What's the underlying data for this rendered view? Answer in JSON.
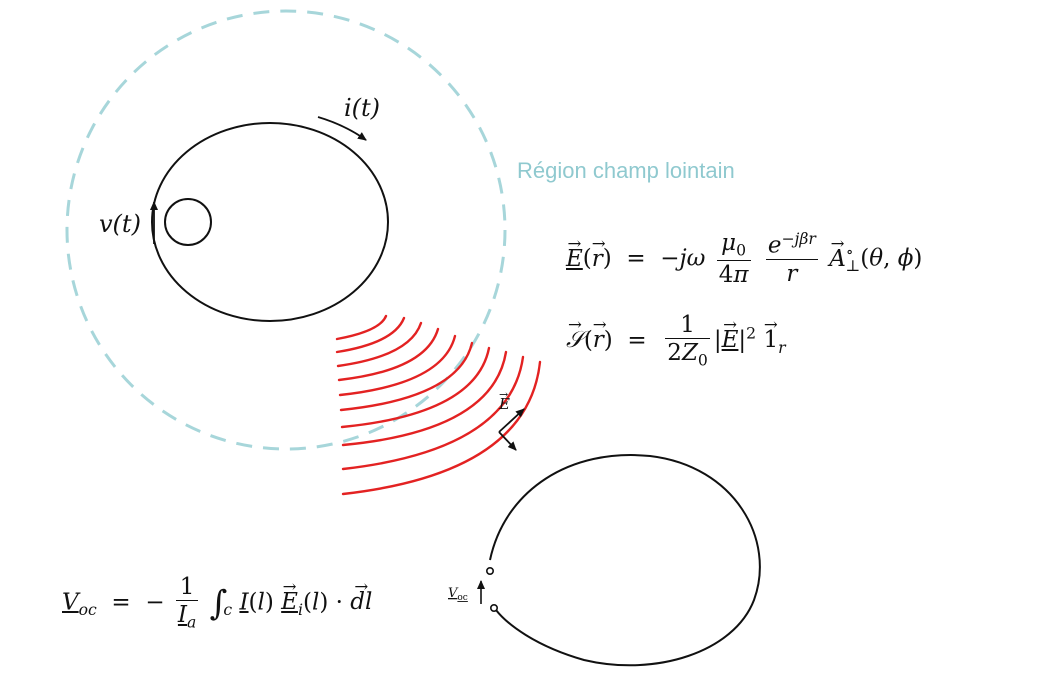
{
  "labels": {
    "current": "i(t)",
    "voltage": "v(t)",
    "far_field_region": "Région champ lointain",
    "e_field": "E",
    "v_oc": "V",
    "v_oc_sub": "oc"
  },
  "equations": {
    "e_field": "E(r) = −jω (μ0/4π) (e^{−jβr}/r) A°⊥(θ,φ)",
    "poynting": "S(r) = 1/(2Z0) |E|² 1r",
    "open_circuit_voltage": "Voc = −(1/Ia) ∫c I(l) Ei(l) · dl"
  },
  "colors": {
    "wave": "#e32222",
    "dashed_circle": "#a7d6da",
    "region_text": "#8fc9cf",
    "ink": "#111111"
  }
}
